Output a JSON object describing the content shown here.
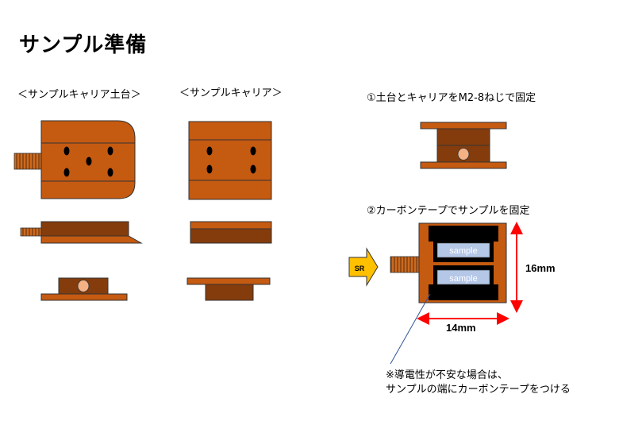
{
  "title": "サンプル準備",
  "labels": {
    "base_holder": "＜サンプルキャリア土台＞",
    "carrier": "＜サンプルキャリア＞",
    "step1": "①土台とキャリアをM2-8ねじで固定",
    "step2": "②カーボンテープでサンプルを固定"
  },
  "diagram": {
    "sr_label": "SR",
    "sample1": "sample",
    "sample2": "sample",
    "height_dim": "16mm",
    "width_dim": "14mm"
  },
  "note": {
    "line1": "※導電性が不安な場合は、",
    "line2": "サンプルの端にカーボンテープをつける"
  },
  "colors": {
    "orange": "#C55A11",
    "dark_brown": "#843C0C",
    "screw": "#CC6A1E",
    "pin": "#F4B183",
    "sample_fill": "#B4C7E7",
    "arrow_fill": "#FFC000",
    "dim_arrow": "#FF0000",
    "leader_line": "#2F5597"
  }
}
